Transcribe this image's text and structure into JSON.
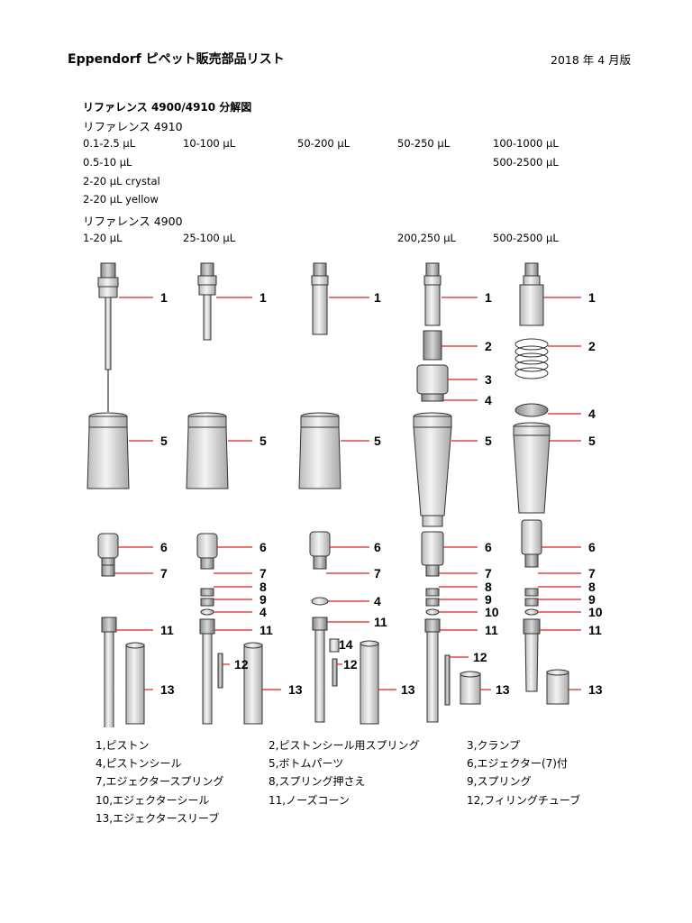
{
  "header": {
    "title": "Eppendorf ピペット販売部品リスト",
    "date": "2018 年 4 月版"
  },
  "section": {
    "title": "リファレンス 4900/4910 分解図",
    "series_4910_label": "リファレンス 4910",
    "series_4910_rows": [
      [
        "0.1-2.5 µL",
        "10-100 µL",
        "50-200 µL",
        "50-250 µL",
        "100-1000 µL"
      ],
      [
        "0.5-10 µL",
        "",
        "",
        "",
        "500-2500 µL"
      ],
      [
        "2-20 µL crystal",
        "",
        "",
        "",
        ""
      ],
      [
        "2-20 µL yellow",
        "",
        "",
        "",
        ""
      ]
    ],
    "series_4900_label": "リファレンス 4900",
    "series_4900_rows": [
      [
        "1-20 µL",
        "25-100 µL",
        "",
        "200,250 µL",
        "500-2500 µL"
      ]
    ]
  },
  "diagram_callouts": [
    "1",
    "2",
    "3",
    "4",
    "5",
    "6",
    "7",
    "8",
    "9",
    "10",
    "11",
    "12",
    "13",
    "14"
  ],
  "legend": [
    [
      "1,ピストン",
      "2,ピストンシール用スプリング",
      "3,クランプ"
    ],
    [
      "4,ピストンシール",
      "5,ボトムパーツ",
      "6,エジェクター(7)付"
    ],
    [
      "7,エジェクタースプリング",
      "8,スプリング押さえ",
      "9,スプリング"
    ],
    [
      "10,エジェクターシール",
      "11,ノーズコーン",
      "12,フィリングチューブ"
    ],
    [
      "13,エジェクタースリーブ",
      "",
      ""
    ]
  ]
}
